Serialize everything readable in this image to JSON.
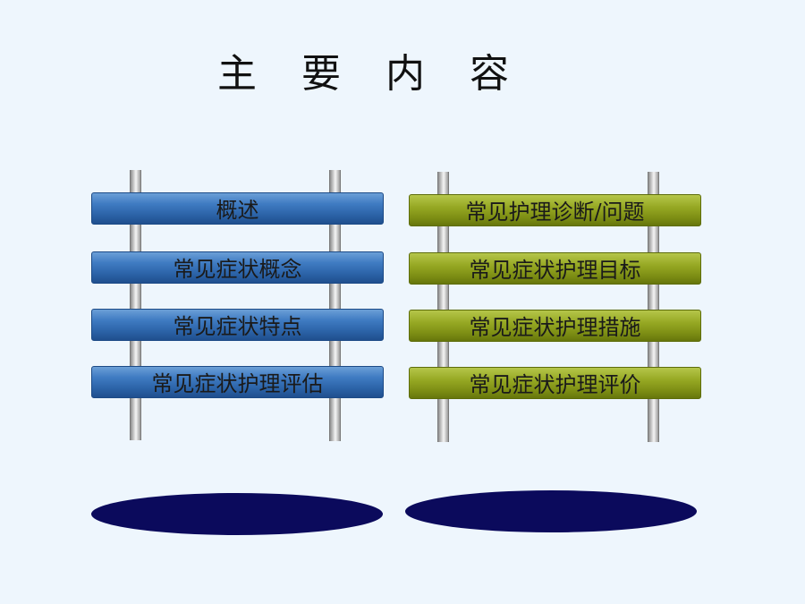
{
  "title": "主 要 内 容",
  "left_column": {
    "color": "#2c64a8",
    "items": [
      "概述",
      "常见症状概念",
      "常见症状特点",
      "常见症状护理评估"
    ]
  },
  "right_column": {
    "color": "#8a9b1a",
    "items": [
      "常见护理诊断/问题",
      "常见症状护理目标",
      "常见症状护理措施",
      "常见症状护理评价"
    ]
  },
  "base_color": "#0b0a5c"
}
